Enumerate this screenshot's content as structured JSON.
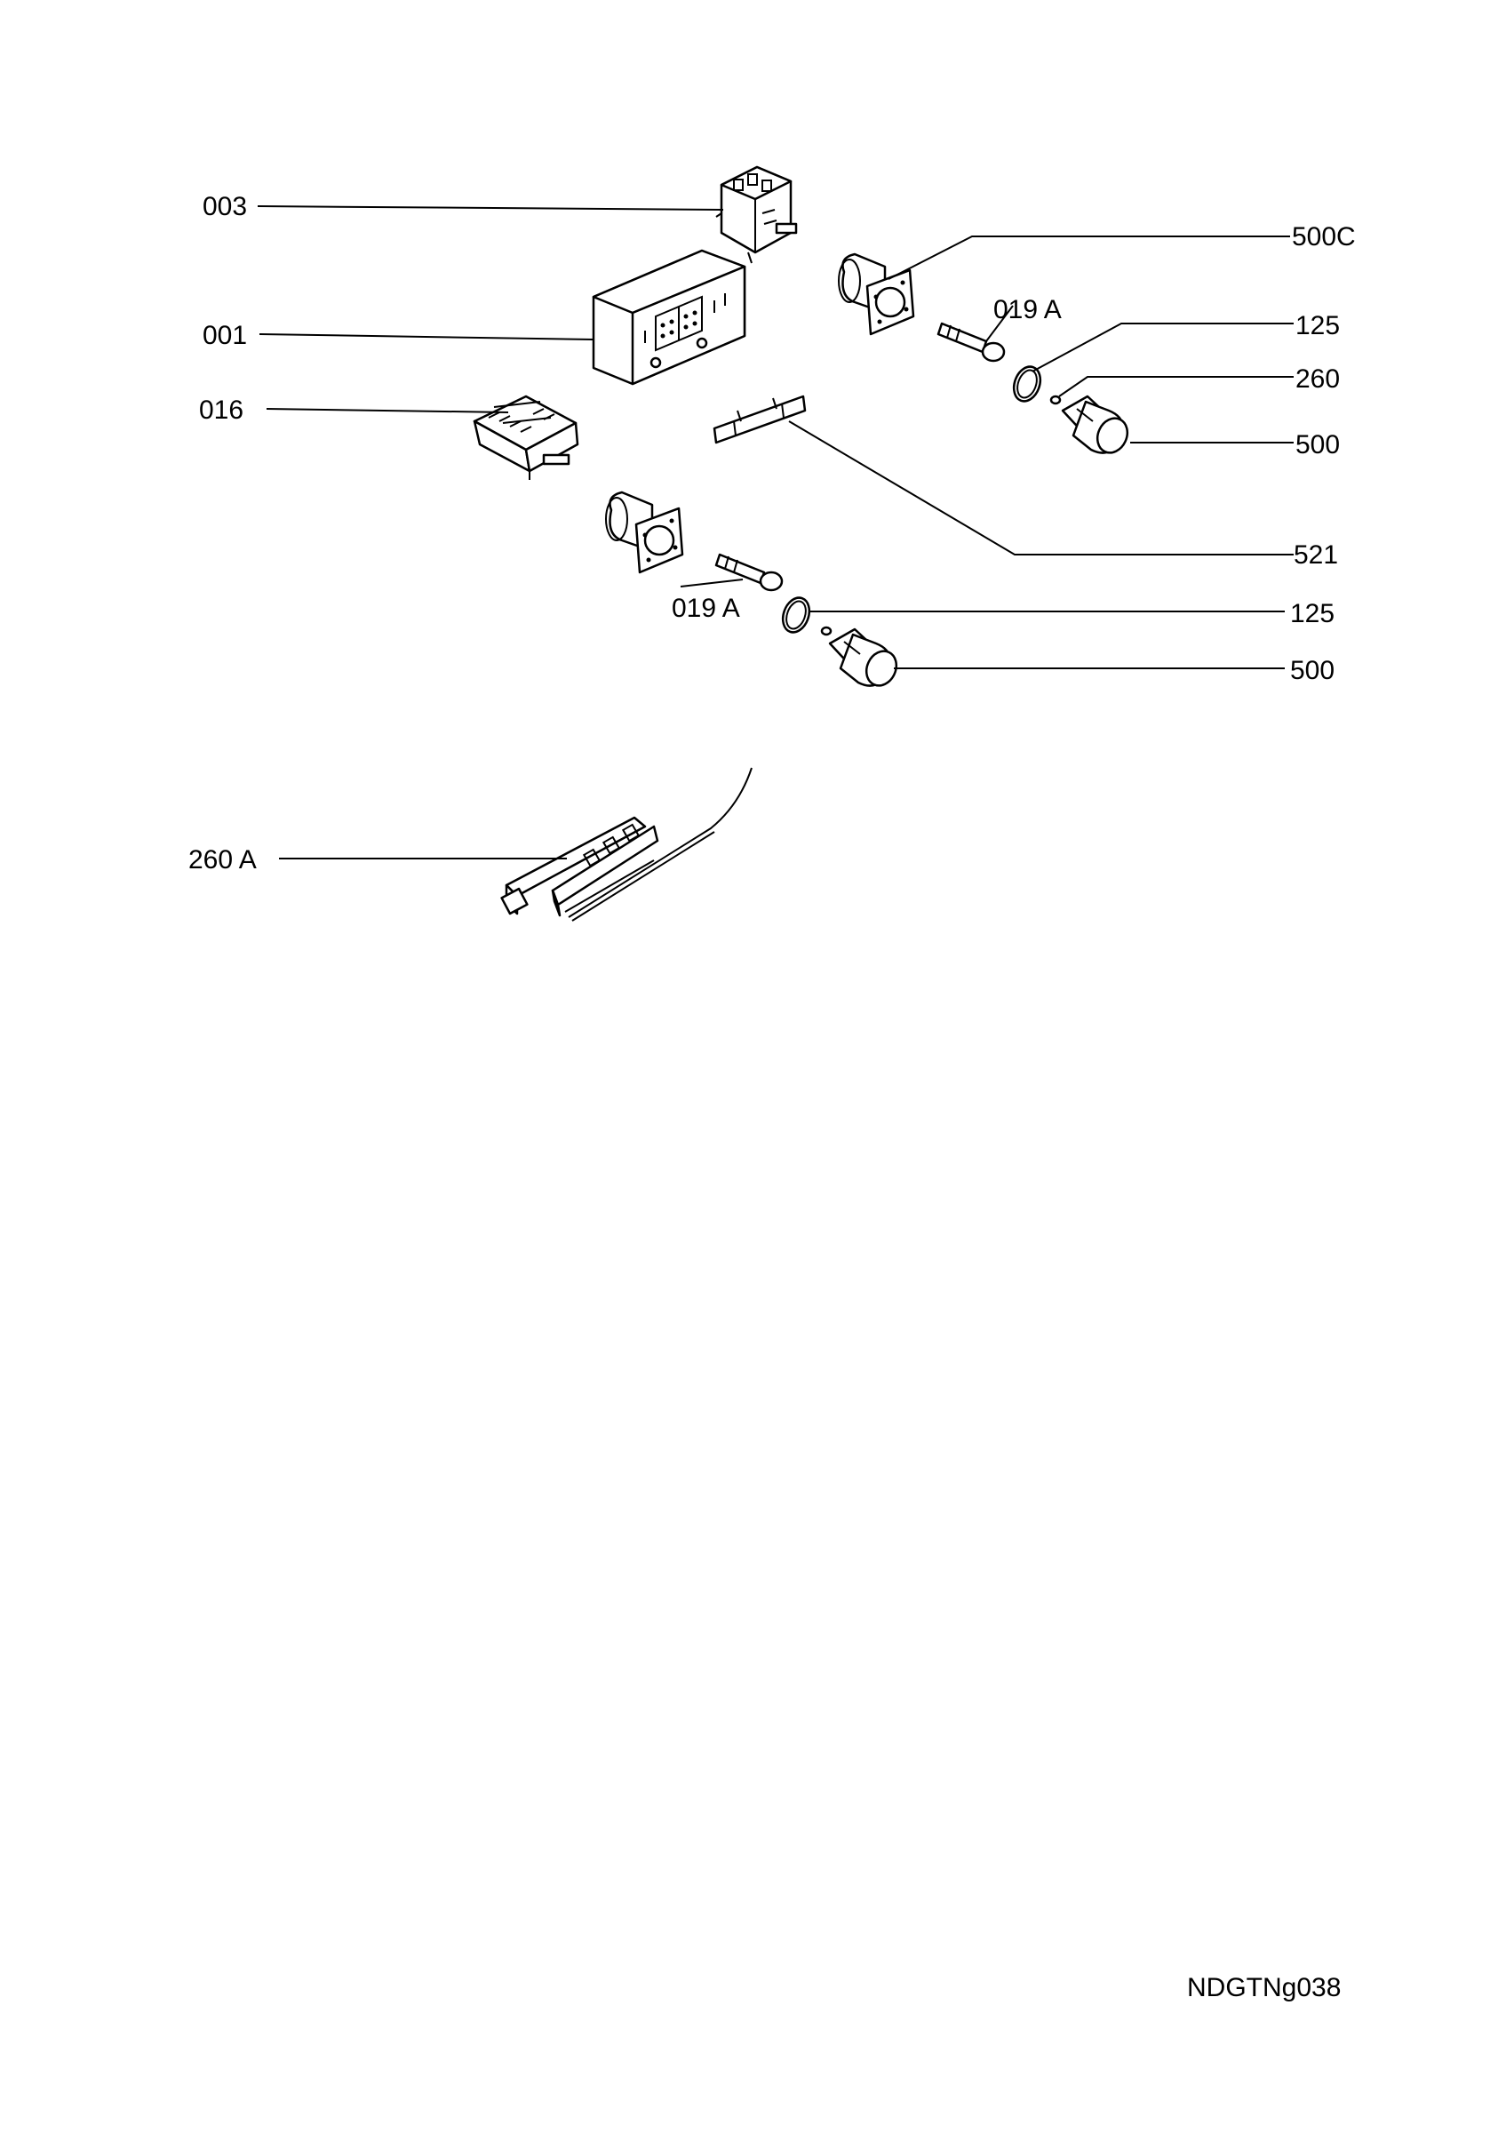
{
  "callouts": {
    "c003": "003",
    "c001": "001",
    "c016": "016",
    "c500c": "500C",
    "c019a_top": "019 A",
    "c125_top": "125",
    "c260": "260",
    "c500_top": "500",
    "c521": "521",
    "c019a_bottom": "019 A",
    "c125_bottom": "125",
    "c500_bottom": "500",
    "c260a": "260 A"
  },
  "drawing_code": "NDGTNg038"
}
